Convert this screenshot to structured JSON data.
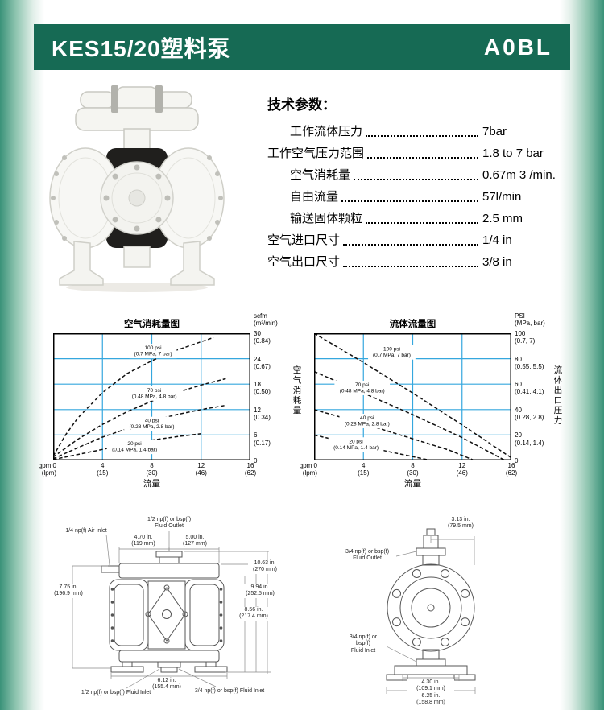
{
  "header": {
    "title": "KES15/20塑料泵",
    "model": "A0BL"
  },
  "specs": {
    "title": "技术参数：",
    "rows": [
      {
        "label": "工作流体压力",
        "value": "7bar"
      },
      {
        "label": "工作空气压力范围",
        "value": "1.8 to 7 bar"
      },
      {
        "label": "空气消耗量",
        "value": "0.67m 3 /min."
      },
      {
        "label": "自由流量",
        "value": "57l/min"
      },
      {
        "label": "输送固体颗粒",
        "value": "2.5 mm"
      },
      {
        "label": "空气进口尺寸",
        "value": "1/4 in"
      },
      {
        "label": "空气出口尺寸",
        "value": "3/8 in"
      }
    ]
  },
  "chart_data": [
    {
      "type": "line",
      "title": "空气消耗量图",
      "unit_header": "scfm\n(m³/min)",
      "axis_right_title": "空气消耗量",
      "xlabel": "流量",
      "x_origin_label": "gpm 0\n(lpm)",
      "xlim": [
        0,
        16
      ],
      "ylim": [
        0,
        30
      ],
      "grid": true,
      "legend_position": "on-curve",
      "xticks": [
        {
          "v": 4,
          "label": "4",
          "sub": "(15)"
        },
        {
          "v": 8,
          "label": "8",
          "sub": "(30)"
        },
        {
          "v": 12,
          "label": "12",
          "sub": "(46)"
        },
        {
          "v": 16,
          "label": "16",
          "sub": "(62)"
        }
      ],
      "yticks": [
        {
          "v": 30,
          "label": "30",
          "sub": "(0.84)"
        },
        {
          "v": 24,
          "label": "24",
          "sub": "(0.67)"
        },
        {
          "v": 18,
          "label": "18",
          "sub": "(0.50)"
        },
        {
          "v": 12,
          "label": "12",
          "sub": "(0.34)"
        },
        {
          "v": 6,
          "label": "6",
          "sub": "(0.17)"
        },
        {
          "v": 0,
          "label": "0",
          "sub": ""
        }
      ],
      "series": [
        {
          "name": "100 psi\n(0.7 MPa, 7 bar)",
          "label_at": [
            8.1,
            25.8
          ],
          "points": [
            [
              0,
              1
            ],
            [
              1,
              6
            ],
            [
              2,
              10
            ],
            [
              4,
              16
            ],
            [
              6,
              20.5
            ],
            [
              8,
              23.5
            ],
            [
              10,
              26
            ],
            [
              12,
              28
            ],
            [
              13,
              29
            ]
          ]
        },
        {
          "name": "70 psi\n(0.48 MPa, 4.8 bar)",
          "label_at": [
            8.2,
            15.8
          ],
          "points": [
            [
              0,
              0.8
            ],
            [
              2,
              5
            ],
            [
              4,
              8.5
            ],
            [
              6,
              11.5
            ],
            [
              8,
              14
            ],
            [
              10,
              16
            ],
            [
              12,
              17.8
            ],
            [
              14,
              19.3
            ]
          ]
        },
        {
          "name": "40 psi\n(0.28 MPa, 2.8 bar)",
          "label_at": [
            8,
            8.6
          ],
          "points": [
            [
              0,
              0.4
            ],
            [
              2,
              3
            ],
            [
              4,
              5.5
            ],
            [
              6,
              7.5
            ],
            [
              8,
              9.3
            ],
            [
              10,
              10.8
            ],
            [
              12,
              12
            ],
            [
              14,
              13
            ]
          ]
        },
        {
          "name": "20 psi\n(0.14 MPa, 1.4 bar)",
          "label_at": [
            6.6,
            3.2
          ],
          "points": [
            [
              0,
              0.2
            ],
            [
              2,
              1.4
            ],
            [
              4,
              2.6
            ],
            [
              6,
              3.8
            ],
            [
              8,
              4.8
            ],
            [
              10,
              5.6
            ],
            [
              12,
              6.3
            ]
          ]
        }
      ]
    },
    {
      "type": "line",
      "title": "流体流量图",
      "unit_header": "PSI\n(MPa, bar)",
      "axis_right_title": "流体出口压力",
      "xlabel": "流量",
      "x_origin_label": "gpm 0\n(lpm)",
      "xlim": [
        0,
        16
      ],
      "ylim": [
        0,
        100
      ],
      "grid": true,
      "legend_position": "on-curve",
      "xticks": [
        {
          "v": 4,
          "label": "4",
          "sub": "(15)"
        },
        {
          "v": 8,
          "label": "8",
          "sub": "(30)"
        },
        {
          "v": 12,
          "label": "12",
          "sub": "(46)"
        },
        {
          "v": 16,
          "label": "16",
          "sub": "(62)"
        }
      ],
      "yticks": [
        {
          "v": 100,
          "label": "100",
          "sub": "(0.7, 7)"
        },
        {
          "v": 80,
          "label": "80",
          "sub": "(0.55, 5.5)"
        },
        {
          "v": 60,
          "label": "60",
          "sub": "(0.41, 4.1)"
        },
        {
          "v": 40,
          "label": "40",
          "sub": "(0.28, 2.8)"
        },
        {
          "v": 20,
          "label": "20",
          "sub": "(0.14, 1.4)"
        },
        {
          "v": 0,
          "label": "0",
          "sub": ""
        }
      ],
      "series": [
        {
          "name": "100 psi\n(0.7 MPa, 7 bar)",
          "label_at": [
            6.3,
            85
          ],
          "points": [
            [
              0,
              100
            ],
            [
              4,
              77
            ],
            [
              8,
              53
            ],
            [
              12,
              28
            ],
            [
              16,
              2
            ]
          ]
        },
        {
          "name": "70 psi\n(0.48 MPa, 4.8 bar)",
          "label_at": [
            3.9,
            57
          ],
          "points": [
            [
              0,
              70
            ],
            [
              4,
              53
            ],
            [
              8,
              36
            ],
            [
              12,
              18
            ],
            [
              15.5,
              0
            ]
          ]
        },
        {
          "name": "40 psi\n(0.28 MPa, 2.8 bar)",
          "label_at": [
            4.3,
            31
          ],
          "points": [
            [
              0,
              40
            ],
            [
              4,
              29
            ],
            [
              8,
              17
            ],
            [
              11,
              8
            ],
            [
              13,
              0
            ]
          ]
        },
        {
          "name": "20 psi\n(0.14 MPa, 1.4 bar)",
          "label_at": [
            3.4,
            12.5
          ],
          "points": [
            [
              0,
              20
            ],
            [
              3,
              13.5
            ],
            [
              6,
              7
            ],
            [
              9.5,
              0
            ]
          ]
        }
      ]
    }
  ],
  "drawings": {
    "left": {
      "fluid_outlet": "1/2 np(f) or bsp(f)\nFluid Outlet",
      "air_inlet": "1/4 np(f) Air Inlet",
      "dim_top_left": "4.70 in.\n(119 mm)",
      "dim_top_right": "5.00 in.\n(127 mm)",
      "dim_height_outer": "10.63 in.\n(270 mm)",
      "dim_height_mid": "9.94 in.\n(252.5 mm)",
      "dim_height_inner": "8.56 in.\n(217.4 mm)",
      "dim_height_left": "7.75 in.\n(196.9 mm)",
      "dim_width_bottom": "6.12 in.\n(155.4 mm)",
      "fluid_inlet_left": "1/2 np(f) or bsp(f) Fluid Inlet",
      "fluid_inlet_right": "3/4 np(f) or bsp(f) Fluid Inlet"
    },
    "right": {
      "dim_depth": "3.13 in.\n(79.5 mm)",
      "fluid_outlet": "3/4 np(f) or bsp(f)\nFluid Outlet",
      "fluid_inlet": "3/4 np(f) or\nbsp(f)\nFluid Inlet",
      "dim_base_inner": "4.30 in.\n(109.1 mm)",
      "dim_base_outer": "6.25 in.\n(158.8 mm)"
    }
  },
  "colors": {
    "header_bg": "#166a54",
    "edge_green": "#3a9279",
    "grid_blue": "#35a7de",
    "curve": "#111111"
  }
}
